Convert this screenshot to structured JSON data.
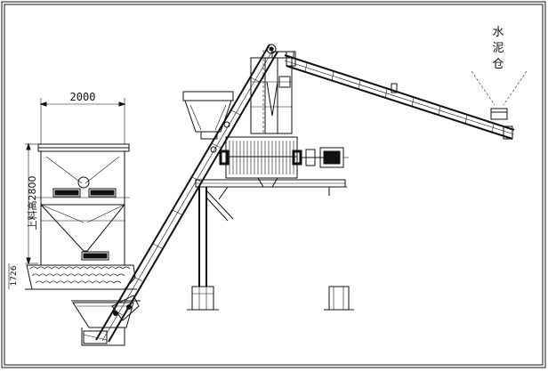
{
  "drawing": {
    "labels": {
      "width_dim": "2000",
      "height_dim": "上料高2800",
      "left_dim": "1726",
      "cement_silo_line1": "水",
      "cement_silo_line2": "泥",
      "cement_silo_line3": "仓"
    }
  }
}
